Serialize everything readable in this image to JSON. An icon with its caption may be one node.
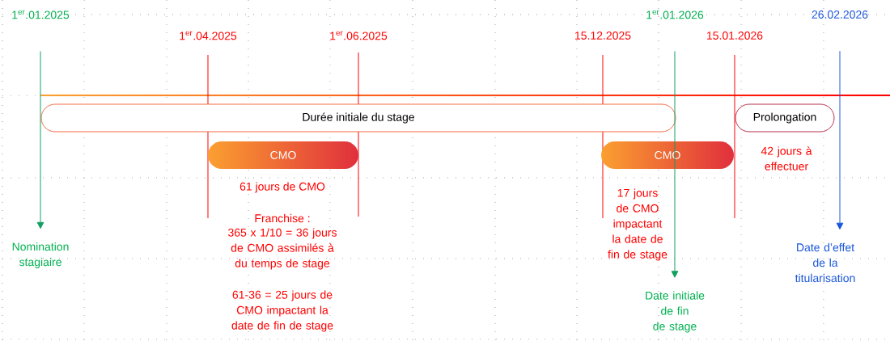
{
  "diagram": {
    "nodes": [
      {
        "text": [
          "Durée initiale du stage"
        ]
      },
      {
        "text": [
          "Prolongation"
        ]
      },
      {
        "text": [
          "CMO"
        ]
      },
      {
        "text": [
          "CMO"
        ]
      },
      {
        "text": [
          "1$^{er}$.01.2025"
        ]
      },
      {
        "text": [
          "Nomination stagiaire"
        ]
      },
      {
        "text": [
          "1$^{er}$.01.2026"
        ]
      },
      {
        "text": [
          "Date initiale de fin de stage"
        ]
      },
      {
        "text": [
          "26.02.2026"
        ]
      },
      {
        "text": [
          "Date d’effet de la titularisation"
        ]
      }
    ],
    "edges": [
      {
        "from": 4,
        "to": 5,
        "arrow": "to"
      },
      {
        "from": 6,
        "to": 7,
        "arrow": "to"
      },
      {
        "from": 8,
        "to": 9,
        "arrow": "to",
        "color": "#1a56db"
      }
    ],
    "labels": [
      "1$^{er}$.04.2025",
      "1$^{er}$.06.2025",
      "15.12.2025",
      "15.01.2026",
      "61 jours de CMO",
      "Franchise :",
      "365 x 1/10 = 36 jours de CMO assimilés à du temps de stage",
      "61-36 = 25 jours de CMO impactant la date de fin de stage",
      "42 jours à effectuer",
      "17 jours de CMO impactant la date de fin de stage"
    ]
  }
}
